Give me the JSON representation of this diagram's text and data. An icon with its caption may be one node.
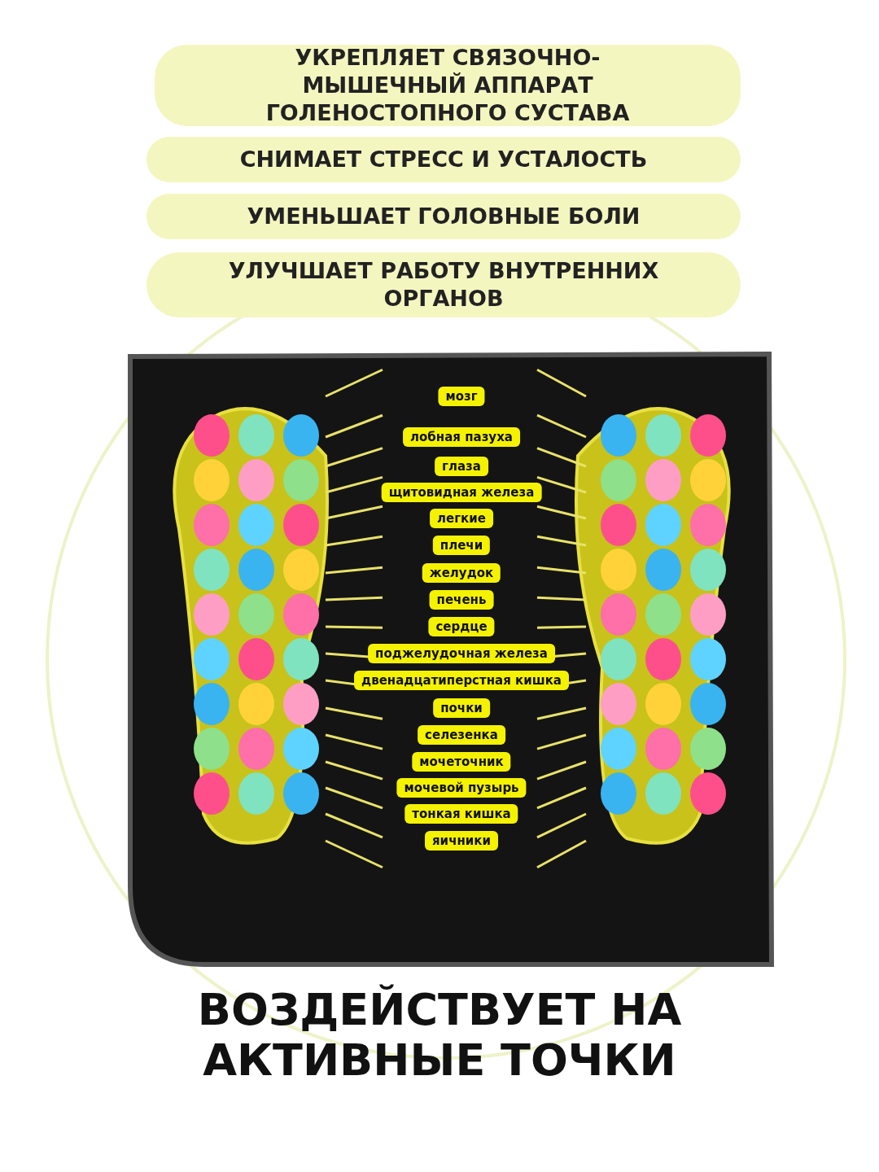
{
  "diagram": {
    "caption": "ВОЗДЕЙСТВУЕТ НА АКТИВНЫЕ ТОЧКИ",
    "nodes": [
      {
        "text": [
          "УКРЕПЛЯЕТ СВЯЗОЧНО-МЫШЕЧНЫЙ АППАРАТ ГОЛЕНОСТОПНОГО СУСТАВА"
        ]
      },
      {
        "text": [
          "СНИМАЕТ СТРЕСС И УСТАЛОСТЬ"
        ]
      },
      {
        "text": [
          "УМЕНЬШАЕТ ГОЛОВНЫЕ БОЛИ"
        ]
      },
      {
        "text": [
          "УЛУЧШАЕТ РАБОТУ ВНУТРЕННИХ ОРГАНОВ"
        ]
      },
      {
        "text": [
          "мозг"
        ]
      },
      {
        "text": [
          "лобная пазуха"
        ]
      },
      {
        "text": [
          "глаза"
        ]
      },
      {
        "text": [
          "щитовидная железа"
        ]
      },
      {
        "text": [
          "легкие"
        ]
      },
      {
        "text": [
          "плечи"
        ]
      },
      {
        "text": [
          "желудок"
        ]
      },
      {
        "text": [
          "печень"
        ]
      },
      {
        "text": [
          "сердце"
        ]
      },
      {
        "text": [
          "поджелудочная железа"
        ]
      },
      {
        "text": [
          "двенадцатиперстная кишка"
        ]
      },
      {
        "text": [
          "почки"
        ]
      },
      {
        "text": [
          "селезенка"
        ]
      },
      {
        "text": [
          "мочеточник"
        ]
      },
      {
        "text": [
          "мочевой пузырь"
        ]
      },
      {
        "text": [
          "тонкая кишка"
        ]
      },
      {
        "text": [
          "яичники"
        ]
      }
    ]
  }
}
